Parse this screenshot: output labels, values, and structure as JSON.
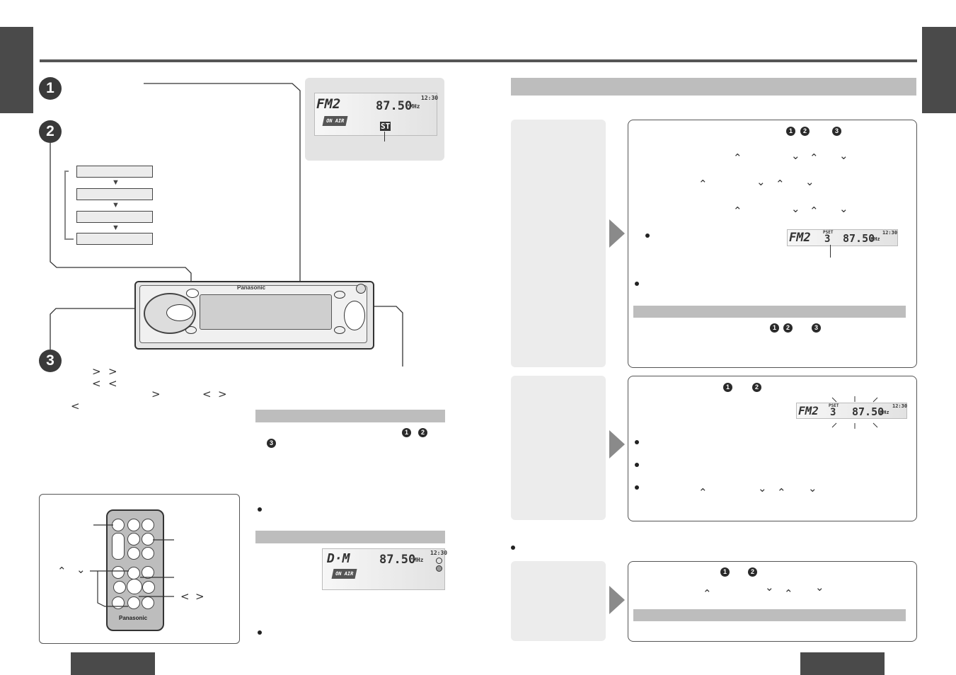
{
  "steps": {
    "one": "1",
    "two": "2",
    "three": "3"
  },
  "display_top": {
    "band": "FM2",
    "frequency": "87.50",
    "unit": "MHz",
    "clock": "12:30",
    "on_air": "ON AIR",
    "stereo": "ST"
  },
  "device": {
    "brand": "Panasonic"
  },
  "remote": {
    "brand": "Panasonic"
  },
  "display_preset": {
    "band": "FM2",
    "preset_label": "PSET",
    "preset_number": "3",
    "frequency": "87.50",
    "unit": "MHz",
    "clock": "12:30"
  },
  "display_dm": {
    "band": "D·M",
    "frequency": "87.50",
    "unit": "MHz",
    "clock": "12:30",
    "on_air": "ON AIR"
  },
  "icons": {
    "up": "up-caret-icon",
    "down": "down-caret-icon",
    "left": "left-caret-icon",
    "right": "right-caret-icon",
    "bullet": "bullet-icon",
    "arrow": "play-triangle-icon"
  }
}
